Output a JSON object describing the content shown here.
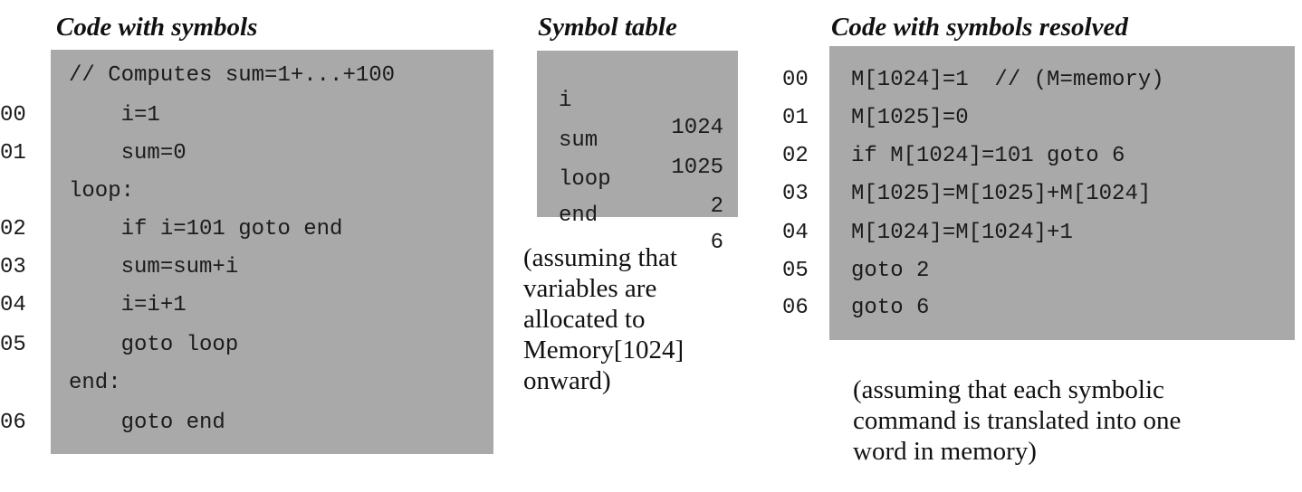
{
  "headings": {
    "code_with_symbols": "Code with symbols",
    "symbol_table": "Symbol table",
    "code_resolved": "Code with symbols resolved"
  },
  "code_with_symbols": {
    "lines": [
      "// Computes sum=1+...+100",
      "    i=1",
      "    sum=0",
      "loop:",
      "    if i=101 goto end",
      "    sum=sum+i",
      "    i=i+1",
      "    goto loop",
      "end:",
      "    goto end"
    ],
    "line_numbers": [
      "",
      "00",
      "01",
      "",
      "02",
      "03",
      "04",
      "05",
      "",
      "06"
    ]
  },
  "symbol_table": {
    "rows": [
      {
        "name": "i",
        "value": "1024"
      },
      {
        "name": "sum",
        "value": "1025"
      },
      {
        "name": "loop",
        "value": "2"
      },
      {
        "name": "end",
        "value": "6"
      }
    ],
    "note_lines": [
      "(assuming that",
      "variables are",
      "allocated to",
      "Memory[1024]",
      "onward)"
    ]
  },
  "code_resolved": {
    "lines": [
      "M[1024]=1  // (M=memory)",
      "M[1025]=0",
      "if M[1024]=101 goto 6",
      "M[1025]=M[1025]+M[1024]",
      "M[1024]=M[1024]+1",
      "goto 2",
      "goto 6"
    ],
    "line_numbers": [
      "00",
      "01",
      "02",
      "03",
      "04",
      "05",
      "06"
    ],
    "note_lines": [
      "(assuming that each symbolic",
      "command is translated into one",
      "word in memory)"
    ]
  },
  "colors": {
    "panel": "#a9a9a9",
    "text": "#1b1b1b"
  }
}
